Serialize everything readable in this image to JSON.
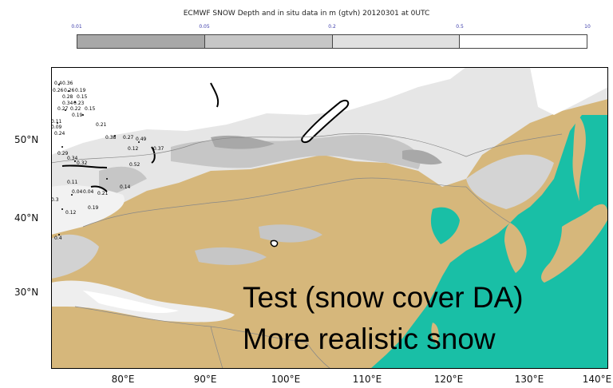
{
  "title": "ECMWF SNOW Depth and in situ data in m (gtvh) 20120301 at 0UTC",
  "legend": {
    "ticks": [
      "0.01",
      "0.05",
      "0.2",
      "0.5",
      "10"
    ],
    "colors": [
      "#a8a8a8",
      "#c6c6c6",
      "#e0e0e0",
      "#ffffff"
    ]
  },
  "map": {
    "land_color": "#d6b77b",
    "ocean_color": "#19bfa6",
    "lat_labels": [
      "50°N",
      "40°N",
      "30°N"
    ],
    "lon_labels": [
      "80°E",
      "90°E",
      "100°E",
      "110°E",
      "120°E",
      "130°E",
      "140°E"
    ],
    "station_values": [
      "0.4",
      "0.36",
      "0.26",
      "0.26",
      "0.19",
      "0.28",
      "0.15",
      "0.34",
      "0.23",
      "0.27",
      "0.22",
      "0.15",
      "0.19",
      "0.11",
      "0.21",
      "0.09",
      "0.24",
      "0.38",
      "0.27",
      "0.49",
      "0.12",
      "0.37",
      "0.29",
      "0.34",
      "0.32",
      "0.52",
      "0.11",
      "0.14",
      "0.04",
      "0.04",
      "0.21",
      "0.3",
      "0.12",
      "0.19",
      "0.4"
    ]
  },
  "overlay": {
    "line1": "Test (snow cover DA)",
    "line2": "More realistic snow"
  }
}
